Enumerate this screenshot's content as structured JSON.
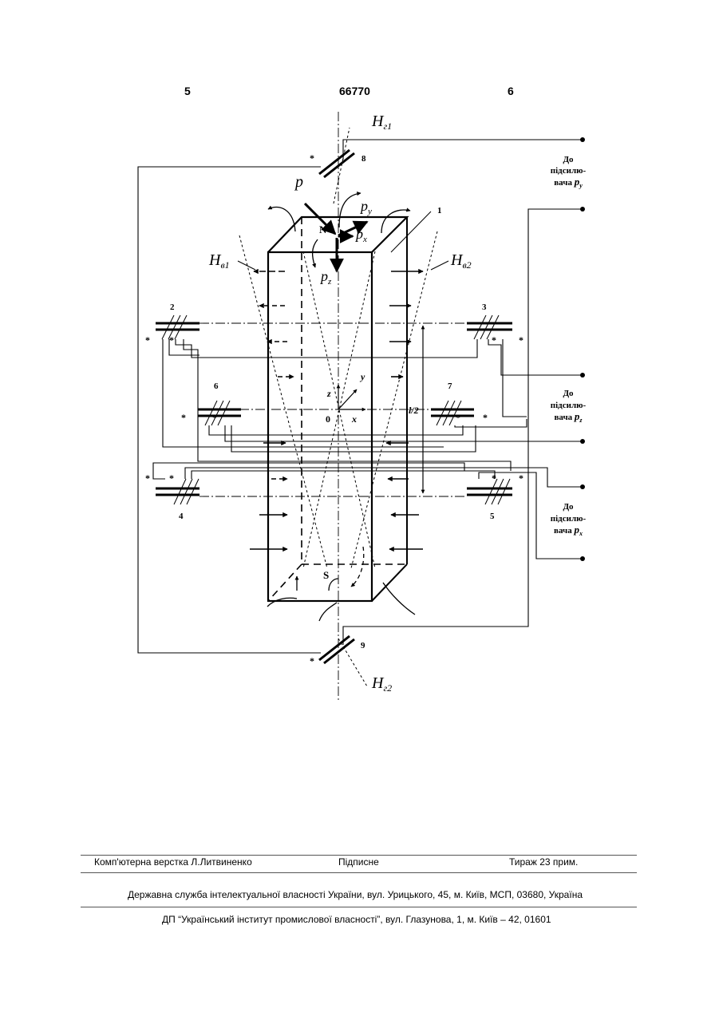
{
  "header": {
    "left_page": "5",
    "patent_number": "66770",
    "right_page": "6"
  },
  "figure": {
    "numbers": [
      "1",
      "2",
      "3",
      "4",
      "5",
      "6",
      "7",
      "8",
      "9"
    ],
    "fields": {
      "hg1_main": "H",
      "hg1_sub": "г1",
      "hg2_main": "H",
      "hg2_sub": "г2",
      "hv1_main": "H",
      "hv1_sub": "в1",
      "hv2_main": "H",
      "hv2_sub": "в2"
    },
    "forces": {
      "p": "p",
      "py_main": "p",
      "py_sub": "y",
      "px_main": "p",
      "px_sub": "x",
      "pz_main": "p",
      "pz_sub": "z"
    },
    "poles": {
      "north": "N",
      "south": "S"
    },
    "axes": {
      "x": "x",
      "y": "y",
      "z": "z",
      "origin": "0"
    },
    "dimension": "l/2",
    "star": "*",
    "outputs": [
      {
        "line1": "До",
        "line2": "підсилю-",
        "line3": "вача",
        "var_main": "p",
        "var_sub": "y"
      },
      {
        "line1": "До",
        "line2": "підсилю-",
        "line3": "вача",
        "var_main": "p",
        "var_sub": "z"
      },
      {
        "line1": "До",
        "line2": "підсилю-",
        "line3": "вача",
        "var_main": "p",
        "var_sub": "x"
      }
    ]
  },
  "footer": {
    "typesetting": "Комп'ютерна верстка Л.Литвиненко",
    "signed": "Підписне",
    "circulation": "Тираж 23 прим.",
    "service": "Державна служба інтелектуальної власності України, вул. Урицького, 45, м. Київ, МСП, 03680, Україна",
    "institute": "ДП “Український інститут промислової власності”, вул. Глазунова, 1, м. Київ – 42, 01601"
  }
}
